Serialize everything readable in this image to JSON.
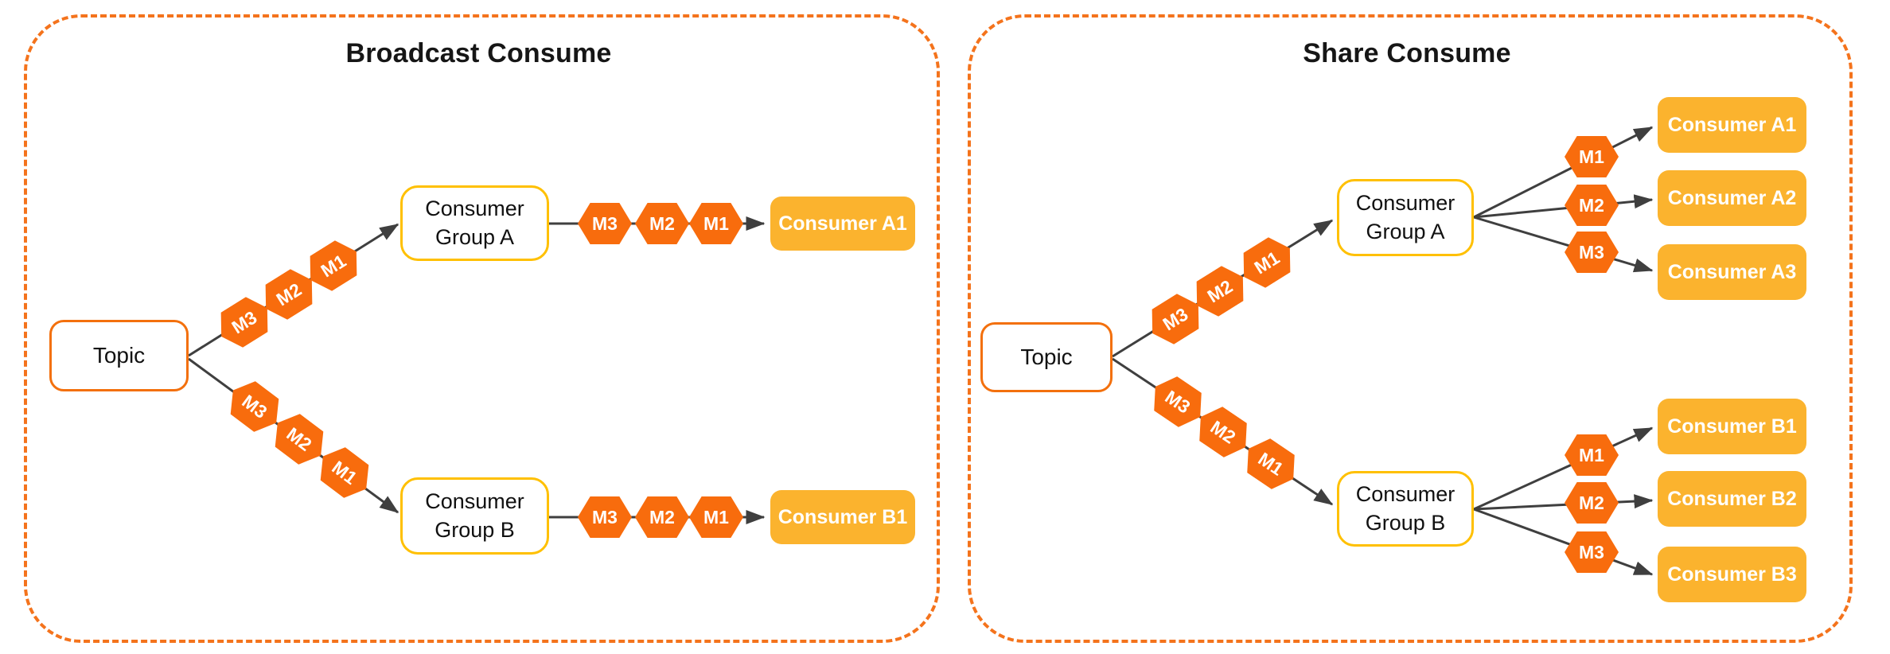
{
  "colors": {
    "panel_border": "#F4731C",
    "topic_border": "#F3700D",
    "group_border": "#FFC000",
    "consumer_fill": "#FBB32E",
    "hexagon_fill": "#F86C0D",
    "hexagon_text": "#FFFFFF",
    "line": "#3F3F3F",
    "title_text": "#161616",
    "node_text": "#111111"
  },
  "broadcast": {
    "title": "Broadcast Consume",
    "topic_label": "Topic",
    "group_a": {
      "line1": "Consumer",
      "line2": "Group A"
    },
    "group_b": {
      "line1": "Consumer",
      "line2": "Group B"
    },
    "topic_to_a_messages": [
      "M3",
      "M2",
      "M1"
    ],
    "topic_to_b_messages": [
      "M3",
      "M2",
      "M1"
    ],
    "a_to_consumer_messages": [
      "M3",
      "M2",
      "M1"
    ],
    "b_to_consumer_messages": [
      "M3",
      "M2",
      "M1"
    ],
    "consumer_a1": "Consumer A1",
    "consumer_b1": "Consumer B1"
  },
  "share": {
    "title": "Share Consume",
    "topic_label": "Topic",
    "group_a": {
      "line1": "Consumer",
      "line2": "Group A"
    },
    "group_b": {
      "line1": "Consumer",
      "line2": "Group B"
    },
    "topic_to_a_messages": [
      "M3",
      "M2",
      "M1"
    ],
    "topic_to_b_messages": [
      "M3",
      "M2",
      "M1"
    ],
    "group_a_fanout": [
      {
        "message": "M1",
        "consumer": "Consumer A1"
      },
      {
        "message": "M2",
        "consumer": "Consumer A2"
      },
      {
        "message": "M3",
        "consumer": "Consumer A3"
      }
    ],
    "group_b_fanout": [
      {
        "message": "M1",
        "consumer": "Consumer B1"
      },
      {
        "message": "M2",
        "consumer": "Consumer B2"
      },
      {
        "message": "M3",
        "consumer": "Consumer B3"
      }
    ]
  }
}
